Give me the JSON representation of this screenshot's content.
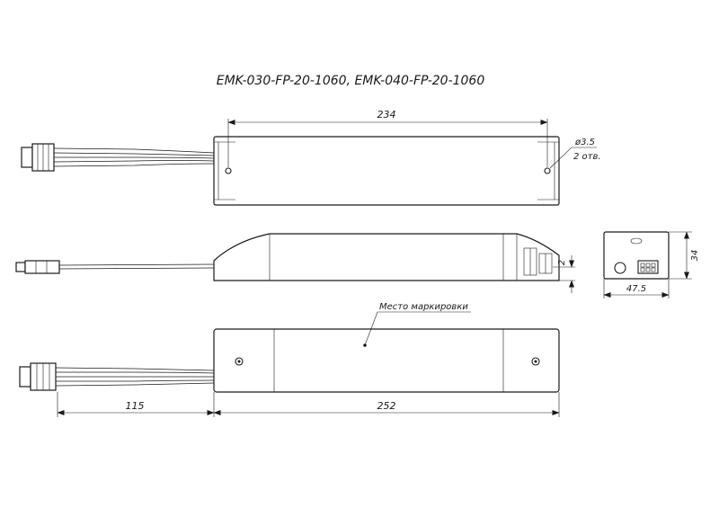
{
  "title": "EMK-030-FP-20-1060, EMK-040-FP-20-1060",
  "top_view": {
    "length_dim": "234",
    "hole_diameter": "ø3.5",
    "hole_count": "2 отв."
  },
  "side_view": {
    "height_dim": "2"
  },
  "end_view": {
    "height_dim": "34",
    "width_dim": "47.5"
  },
  "bottom_view": {
    "marking_label": "Место маркировки",
    "cable_dim": "115",
    "body_dim": "252"
  }
}
